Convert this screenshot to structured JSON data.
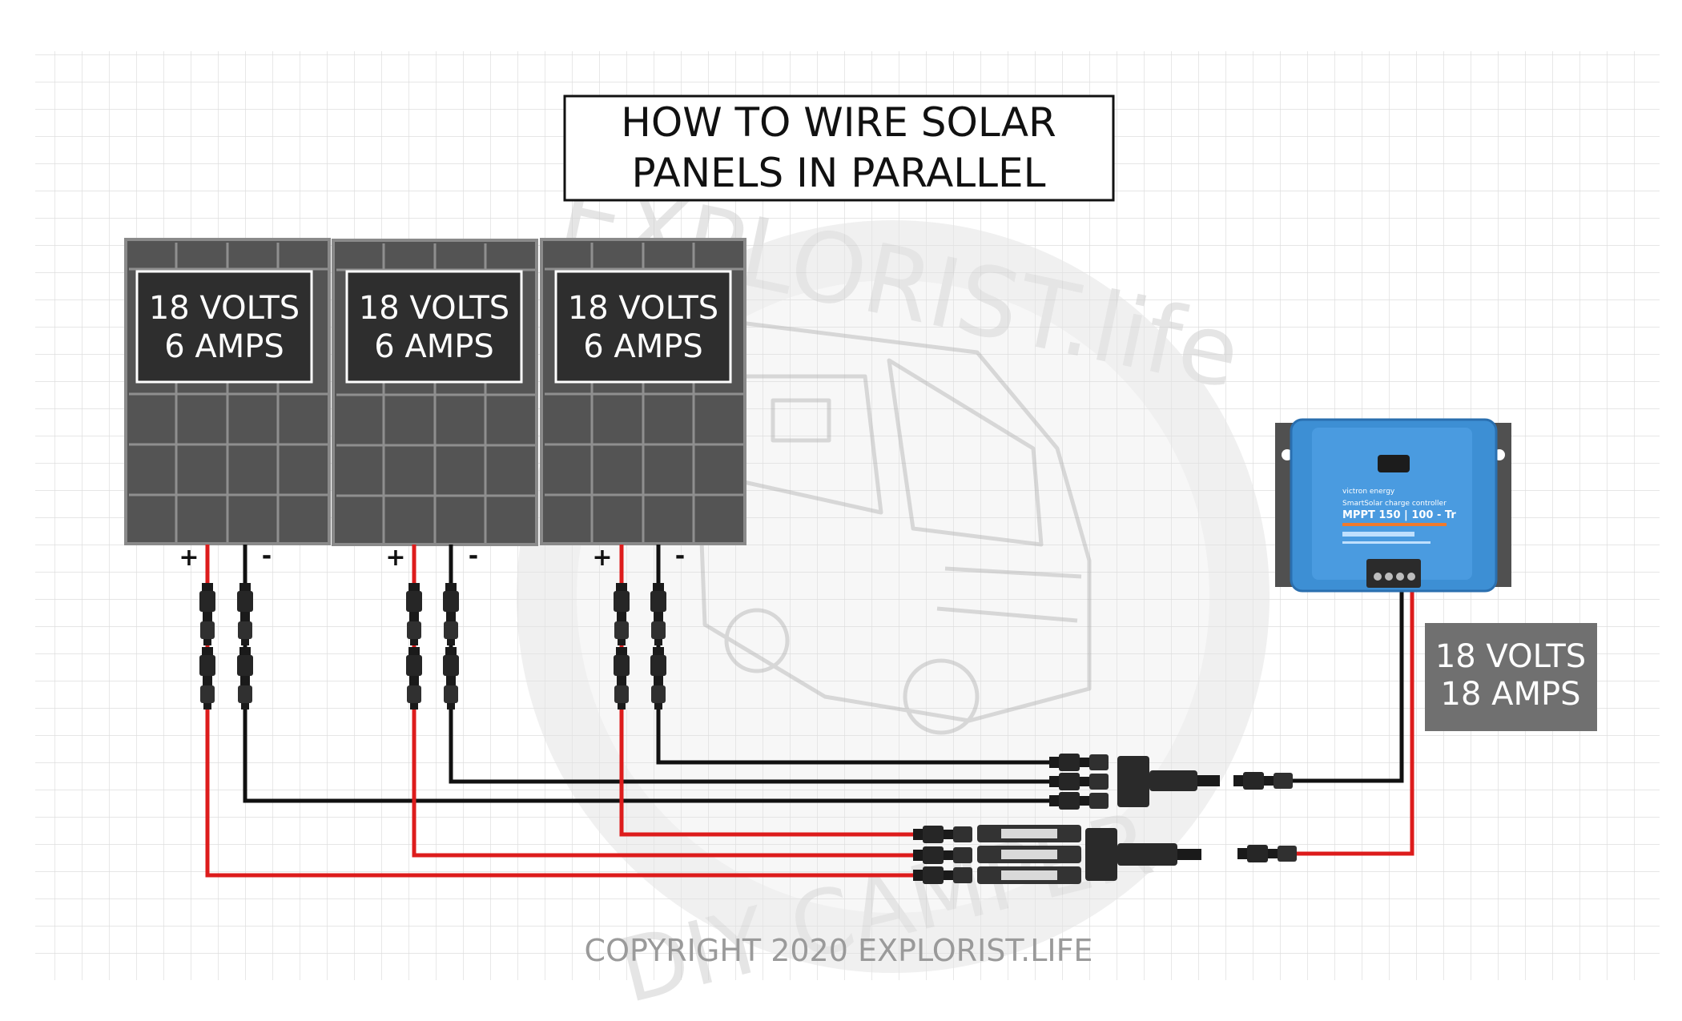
{
  "title": {
    "line1": "HOW TO WIRE SOLAR",
    "line2": "PANELS IN PARALLEL"
  },
  "panels": [
    {
      "volts": "18 VOLTS",
      "amps": "6 AMPS",
      "plus": "+",
      "minus": "-"
    },
    {
      "volts": "18 VOLTS",
      "amps": "6 AMPS",
      "plus": "+",
      "minus": "-"
    },
    {
      "volts": "18 VOLTS",
      "amps": "6 AMPS",
      "plus": "+",
      "minus": "-"
    }
  ],
  "output": {
    "volts": "18 VOLTS",
    "amps": "18 AMPS"
  },
  "controller": {
    "brand": "victron energy",
    "line1": "SmartSolar charge controller",
    "model": "MPPT 150 | 100 - Tr",
    "color": "#3d8fd4"
  },
  "watermark": {
    "top": "EXPLORIST.life",
    "bottom": "DIY CAMPER"
  },
  "copyright": "COPYRIGHT 2020 EXPLORIST.LIFE",
  "colors": {
    "wire_positive": "#dd1c1c",
    "wire_negative": "#111111",
    "panel": "#545454",
    "label_box": "#2e2e2e",
    "output_box": "#707070"
  }
}
